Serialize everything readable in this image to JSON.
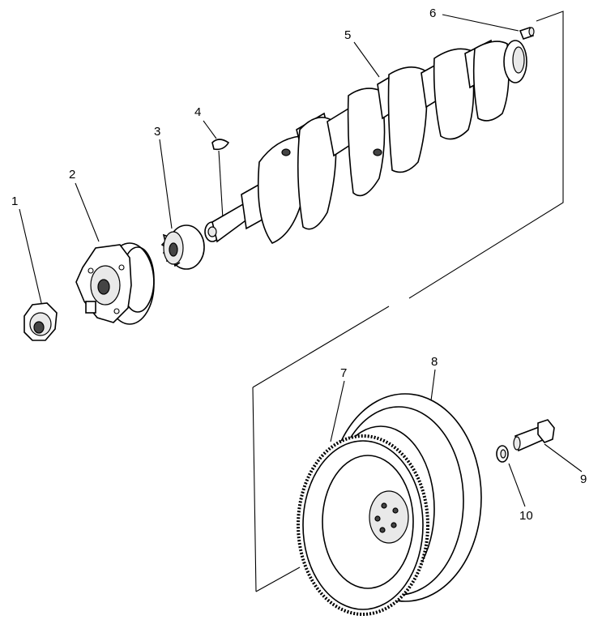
{
  "diagram": {
    "labels": {
      "nut": "1",
      "pulley": "2",
      "timing_gear": "3",
      "key": "4",
      "crankshaft": "5",
      "pin": "6",
      "ring_gear": "7",
      "flywheel": "8",
      "bolt": "9",
      "washer": "10"
    }
  }
}
